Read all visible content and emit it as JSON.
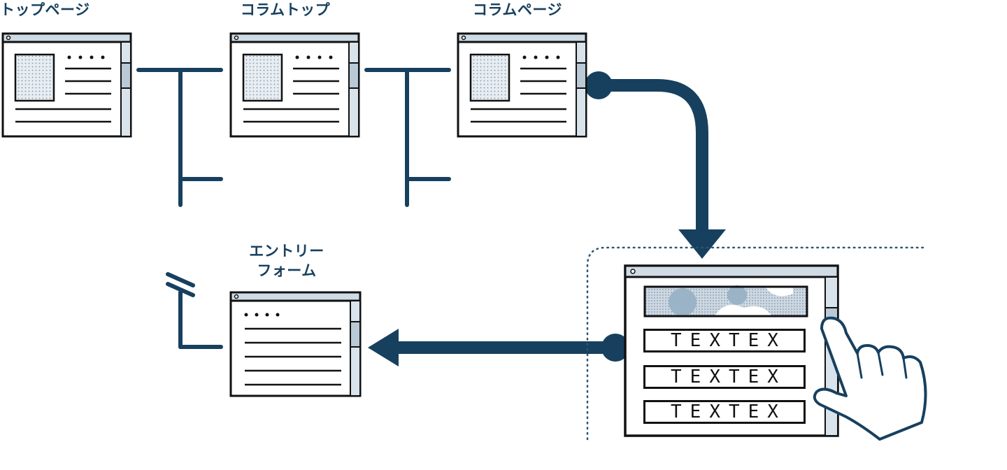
{
  "nodes": {
    "top_page": {
      "label": "トップページ"
    },
    "column_top": {
      "label": "コラムトップ"
    },
    "column_page": {
      "label": "コラムページ"
    },
    "entry_form": {
      "label_line1": "エントリー",
      "label_line2": "フォーム"
    }
  },
  "phone_panel": {
    "button_texts": [
      "TEXTEX",
      "TEXTEX",
      "TEXTEX"
    ]
  },
  "colors": {
    "navy": "#17405f",
    "outline": "#111111",
    "sidebar": "#d9e3ec",
    "titlebar": "#cfdce6",
    "dots_region": "#2a5572"
  },
  "icons": [
    "window-browser-icon",
    "hand-pointer-icon",
    "arrow-right-icon",
    "arrow-left-icon"
  ]
}
